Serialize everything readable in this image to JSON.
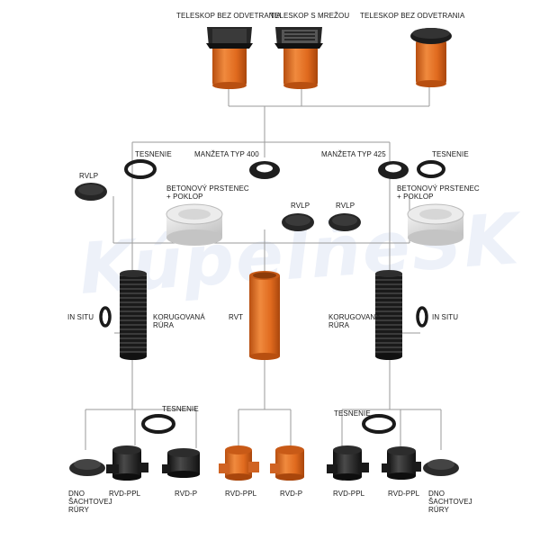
{
  "watermark": "KúpelňeSK",
  "colors": {
    "orange": "#e06a1e",
    "orange_dark": "#b84f10",
    "black": "#1f1f1f",
    "grey_lid": "#d4d4d4",
    "line": "#9a9a9a"
  },
  "labels": {
    "top_left": "TELESKOP BEZ ODVETRANIA",
    "top_mid": "TELESKOP S MREŽOU",
    "top_right": "TELESKOP BEZ ODVETRANIA",
    "tesnenie_left": "TESNENIE",
    "manzeta_400": "MANŽETA TYP 400",
    "manzeta_425": "MANŽETA TYP 425",
    "tesnenie_right": "TESNENIE",
    "rvlp_left": "RVLP",
    "betonovy_left": "BETONOVÝ PRSTENEC\n+ POKLOP",
    "rvlp_mid": "RVLP",
    "rvlp_mid2": "RVLP",
    "betonovy_right": "BETONOVÝ PRSTENEC\n+ POKLOP",
    "in_situ_left": "IN SITU",
    "korugovana_left": "KORUGOVANÁ\nRÚRA",
    "rvt": "RVT",
    "korugovana_right": "KORUGOVANÁ\nRÚRA",
    "in_situ_right": "IN SITU",
    "tesnenie_bottom_left": "TESNENIE",
    "tesnenie_bottom_right": "TESNENIE",
    "dno_left": "DNO\nŠACHTOVEJ\nRÚRY",
    "rvd_ppl_1": "RVD-PPL",
    "rvd_p_1": "RVD-P",
    "rvd_ppl_2": "RVD-PPL",
    "rvd_p_2": "RVD-P",
    "rvd_ppl_3": "RVD-PPL",
    "rvd_ppl_4": "RVD-PPL",
    "dno_right": "DNO\nŠACHTOVEJ\nRÚRY"
  }
}
